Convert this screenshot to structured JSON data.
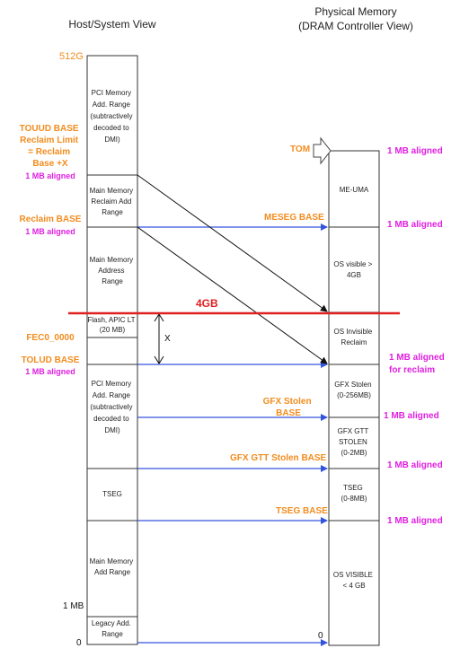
{
  "headers": {
    "host_view": "Host/System View",
    "physical_memory": "Physical Memory",
    "dram_controller_view": "(DRAM Controller View)"
  },
  "left_column": {
    "top_label": "512G",
    "segments": [
      {
        "lines": [
          "PCI Memory",
          "Add. Range",
          "(subtractively",
          "decoded to",
          "DMI)"
        ]
      },
      {
        "lines": [
          "Main Memory",
          "Reclaim Add",
          "Range"
        ]
      },
      {
        "lines": [
          "Main Memory",
          "Address",
          "Range"
        ]
      },
      {
        "lines": [
          "Flash, APIC LT",
          "(20 MB)"
        ]
      },
      {
        "lines": [
          "PCI Memory",
          "Add. Range",
          "(subtractively",
          "decoded to",
          "DMI)"
        ]
      },
      {
        "lines": [
          "TSEG"
        ]
      },
      {
        "lines": [
          "Main Memory",
          "Add Range"
        ]
      },
      {
        "lines": [
          "Legacy Add.",
          "Range"
        ]
      }
    ],
    "one_mb_label": "1 MB",
    "zero_label": "0"
  },
  "left_annotations": {
    "touud": {
      "lines": [
        "TOUUD BASE",
        "Reclaim Limit",
        "= Reclaim",
        "Base +X"
      ],
      "aligned": "1 MB aligned"
    },
    "reclaim_base": {
      "label": "Reclaim BASE",
      "aligned": "1 MB aligned"
    },
    "fec0": "FEC0_0000",
    "tolud": {
      "label": "TOLUD BASE",
      "aligned": "1 MB aligned"
    },
    "x_label": "X"
  },
  "right_column": {
    "segments": [
      {
        "lines": [
          "ME-UMA"
        ]
      },
      {
        "lines": [
          "OS visible >",
          "4GB"
        ]
      },
      {
        "lines": [
          "OS Invisible",
          "Reclaim"
        ]
      },
      {
        "lines": [
          "GFX Stolen",
          "(0-256MB)"
        ]
      },
      {
        "lines": [
          "GFX GTT",
          "STOLEN",
          "(0-2MB)"
        ]
      },
      {
        "lines": [
          "TSEG",
          "(0-8MB)"
        ]
      },
      {
        "lines": [
          "OS VISIBLE",
          "< 4 GB"
        ]
      }
    ],
    "zero_label": "0"
  },
  "pointer_labels": {
    "tom": "TOM",
    "meseg": "MESEG BASE",
    "gfx_stolen": [
      "GFX Stolen",
      "BASE"
    ],
    "gfx_gtt": "GFX GTT Stolen BASE",
    "tseg": "TSEG BASE"
  },
  "alignment_labels": {
    "tom": "1 MB aligned",
    "meseg": "1 MB aligned",
    "reclaim": [
      "1 MB aligned",
      "for reclaim"
    ],
    "gfx_stolen": "1 MB aligned",
    "gfx_gtt": "1 MB aligned",
    "tseg": "1 MB aligned"
  },
  "boundary_label": "4GB",
  "colors": {
    "orange": "#f28c1e",
    "magenta": "#e020e0",
    "blue_arrow": "#3355dd",
    "red_line": "#e02020",
    "box_border": "#333333"
  }
}
